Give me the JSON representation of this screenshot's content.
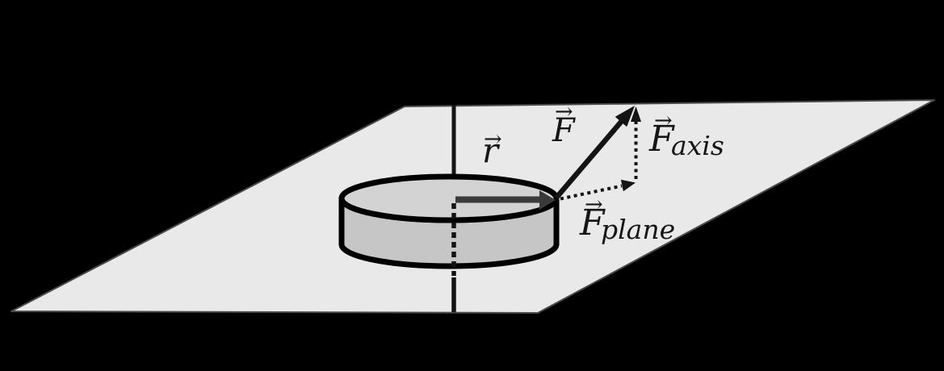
{
  "diagram": {
    "background_color": "#000000",
    "plane": {
      "fill": "#e9e9e9",
      "stroke": "#4a4a4a"
    },
    "disk": {
      "top_fill": "#d3d3d3",
      "side_fill": "#c6c6c6",
      "outline": "#000000"
    },
    "axis": {
      "color": "#141414",
      "junction_color": "#4a4a4a"
    },
    "vectors": {
      "r": {
        "color": "#3a3a3a",
        "style": "solid"
      },
      "f": {
        "color": "#141414",
        "style": "solid"
      },
      "f_axis": {
        "color": "#141414",
        "style": "dotted"
      },
      "f_plane": {
        "color": "#141414",
        "style": "dotted"
      }
    },
    "labels": {
      "color": "#151515",
      "r": {
        "hat": "→",
        "letter": "r"
      },
      "f": {
        "hat": "→",
        "letter": "F"
      },
      "f_axis": {
        "hat": "→",
        "letter": "F",
        "subscript": "axis"
      },
      "f_plane": {
        "hat": "→",
        "letter": "F",
        "subscript": "plane"
      }
    }
  }
}
